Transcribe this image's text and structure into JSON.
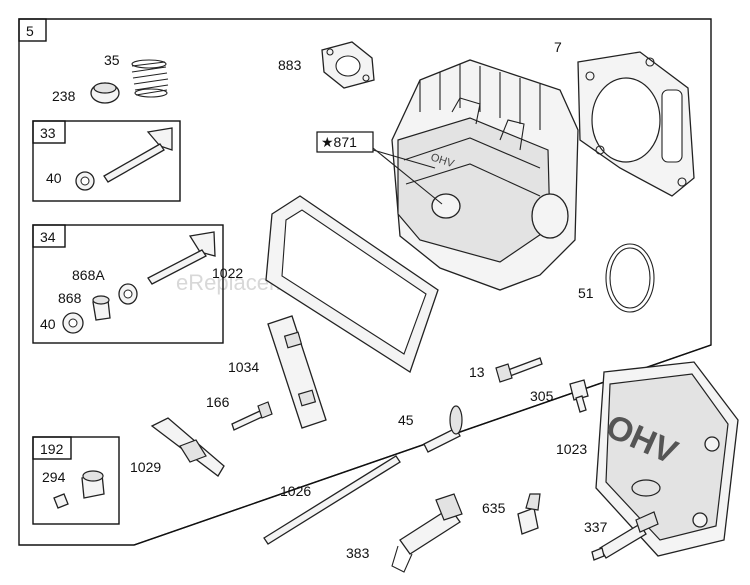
{
  "watermark": "eReplacementParts.com",
  "group_boxes": {
    "main": "5",
    "valve_exhaust": "33",
    "valve_intake": "34",
    "breather_kit": "192"
  },
  "labels": {
    "p35": "35",
    "p238": "238",
    "p883": "883",
    "p7": "7",
    "p871": "★871",
    "p40a": "40",
    "p868a": "868A",
    "p868": "868",
    "p40b": "40",
    "p1022": "1022",
    "p51": "51",
    "p1034": "1034",
    "p166": "166",
    "p13": "13",
    "p305": "305",
    "p45": "45",
    "p1023": "1023",
    "p294": "294",
    "p1029": "1029",
    "p1026": "1026",
    "p635": "635",
    "p337": "337",
    "p383": "383"
  },
  "cover_text": "OHV"
}
